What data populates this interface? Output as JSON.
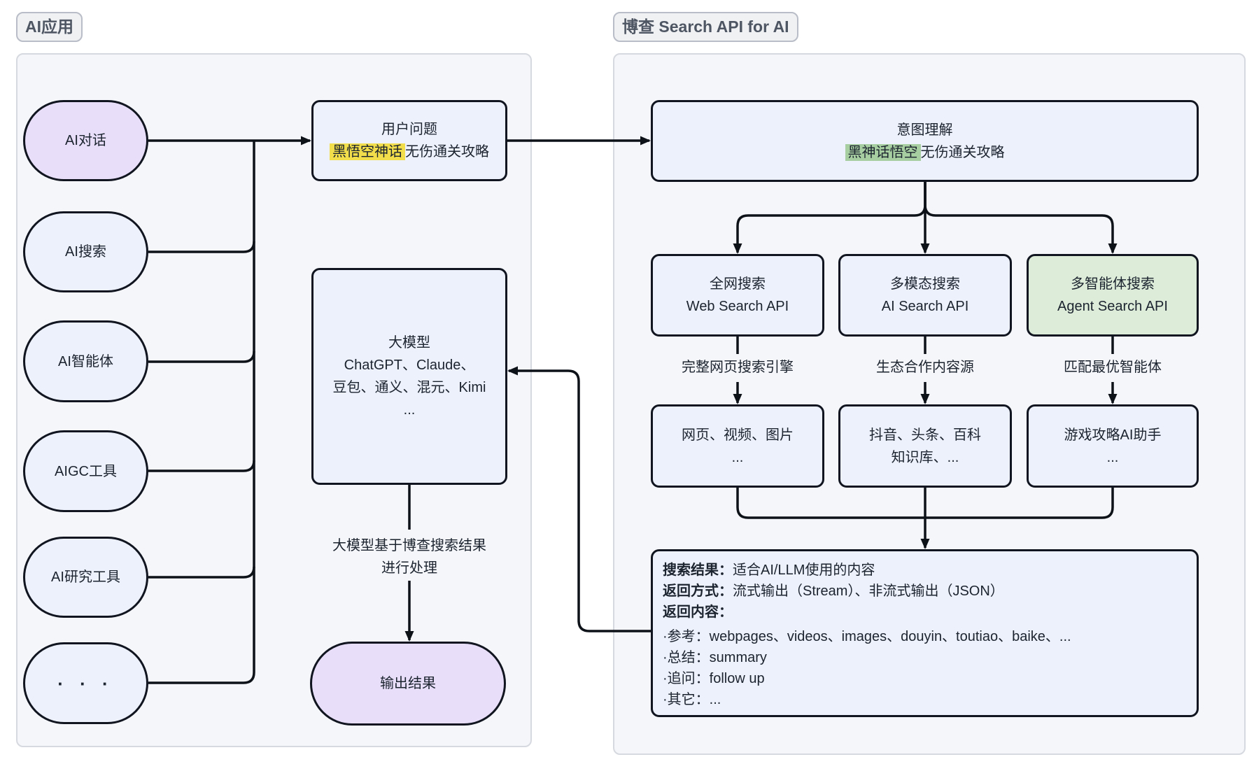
{
  "groups": {
    "left_label": "AI应用",
    "right_label": "博查 Search API for AI"
  },
  "left_panel": {
    "pills": [
      {
        "label": "AI对话",
        "variant": "purple"
      },
      {
        "label": "AI搜索",
        "variant": "blue"
      },
      {
        "label": "AI智能体",
        "variant": "blue"
      },
      {
        "label": "AIGC工具",
        "variant": "blue"
      },
      {
        "label": "AI研究工具",
        "variant": "blue"
      },
      {
        "label": "· · ·",
        "variant": "blue"
      }
    ],
    "user_question": {
      "title": "用户问题",
      "highlight": "黑悟空神话",
      "rest": "无伤通关攻略"
    },
    "llm_box": {
      "line1": "大模型",
      "line2": "ChatGPT、Claude、",
      "line3": "豆包、通义、混元、Kimi",
      "line4": "..."
    },
    "process_edge_label": {
      "line1": "大模型基于博查搜索结果",
      "line2": "进行处理"
    },
    "output_node": "输出结果"
  },
  "right_panel": {
    "intent": {
      "title": "意图理解",
      "highlight": "黑神话悟空",
      "rest": "无伤通关攻略"
    },
    "apis": [
      {
        "name": "全网搜索",
        "api": "Web Search API",
        "edge_label": "完整网页搜索引擎",
        "result_line1": "网页、视频、图片",
        "result_line2": "...",
        "variant": "blue"
      },
      {
        "name": "多模态搜索",
        "api": "AI Search API",
        "edge_label": "生态合作内容源",
        "result_line1": "抖音、头条、百科",
        "result_line2": "知识库、...",
        "variant": "blue"
      },
      {
        "name": "多智能体搜索",
        "api": "Agent Search API",
        "edge_label": "匹配最优智能体",
        "result_line1": "游戏攻略AI助手",
        "result_line2": "...",
        "variant": "green"
      }
    ],
    "result_box": {
      "lines": [
        {
          "bold": "搜索结果：",
          "text": "适合AI/LLM使用的内容"
        },
        {
          "bold": "返回方式：",
          "text": "流式输出（Stream）、非流式输出（JSON）"
        },
        {
          "bold": "返回内容：",
          "text": ""
        },
        {
          "bold": "",
          "text": "·参考：webpages、videos、images、douyin、toutiao、baike、..."
        },
        {
          "bold": "",
          "text": "·总结：summary"
        },
        {
          "bold": "",
          "text": "·追问：follow up"
        },
        {
          "bold": "",
          "text": "·其它：..."
        }
      ]
    }
  },
  "colors": {
    "panel_bg": "#f5f6f9",
    "node_bg": "#edf1fb",
    "purple_node_bg": "#e8def9",
    "green_node_bg": "#dcecd8",
    "yellow_highlight": "#f2de4a",
    "green_highlight": "#a7cea1",
    "line_color": "#0d1118",
    "label_text": "#4e5663"
  }
}
